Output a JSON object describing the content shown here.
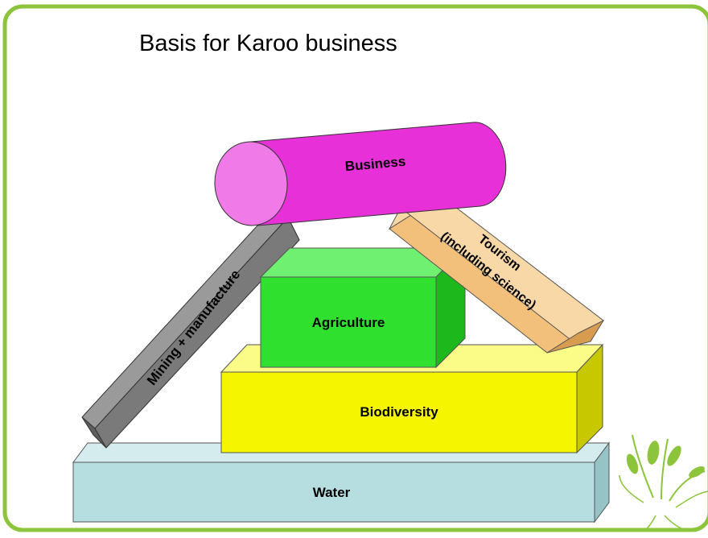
{
  "slide": {
    "title": "Basis for Karoo business"
  },
  "diagram": {
    "blocks": {
      "water": {
        "label": "Water"
      },
      "biodiversity": {
        "label": "Biodiversity"
      },
      "agriculture": {
        "label": "Agriculture"
      },
      "mining": {
        "label": "Mining + manufacture"
      },
      "tourism": {
        "line1": "Tourism",
        "line2": "(including science)"
      },
      "business": {
        "label": "Business"
      }
    }
  },
  "colors": {
    "frame": "#8cc43c",
    "water": "#b6dde0",
    "biodiversity": "#f5f500",
    "agriculture": "#2fe02f",
    "mining": "#7a7a7a",
    "tourism": "#f2c07a",
    "business": "#e830d8"
  }
}
